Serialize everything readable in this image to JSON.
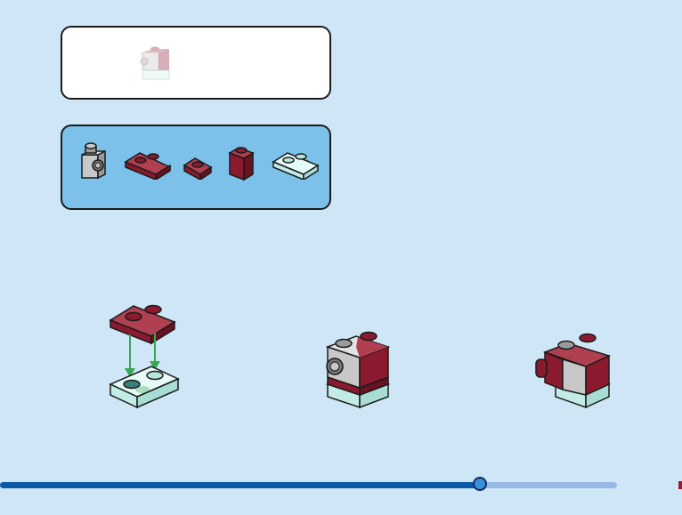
{
  "colors": {
    "background": "#cfe6f7",
    "dark_red": "#8c1a2e",
    "light_gray": "#c8c8c8",
    "trans_clear": "#d6f3f0",
    "outline": "#1b1b1b",
    "arrow_green": "#35a852",
    "progress_fill": "#0b5aa8",
    "progress_track": "#9ab8e6"
  },
  "preview_panel": {
    "icon": "model-preview-icon"
  },
  "parts_panel": {
    "parts": [
      {
        "name": "gray-headlight-brick-icon",
        "color": "light_gray",
        "qty_shown": 1
      },
      {
        "name": "red-1x2-plate-icon",
        "color": "dark_red",
        "qty_shown": 1
      },
      {
        "name": "red-1x1-plate-icon",
        "color": "dark_red",
        "qty_shown": 1
      },
      {
        "name": "red-1x1-brick-icon",
        "color": "dark_red",
        "qty_shown": 1
      },
      {
        "name": "trans-clear-1x2-plate-icon",
        "color": "trans_clear",
        "qty_shown": 1
      }
    ]
  },
  "steps": [
    {
      "name": "step-attach-plate",
      "icon": "attach-plate-arrows-icon"
    },
    {
      "name": "step-assembled-front",
      "icon": "assembled-model-front-icon"
    },
    {
      "name": "step-assembled-side",
      "icon": "assembled-model-side-icon"
    }
  ],
  "progress": {
    "fraction": 0.778
  }
}
